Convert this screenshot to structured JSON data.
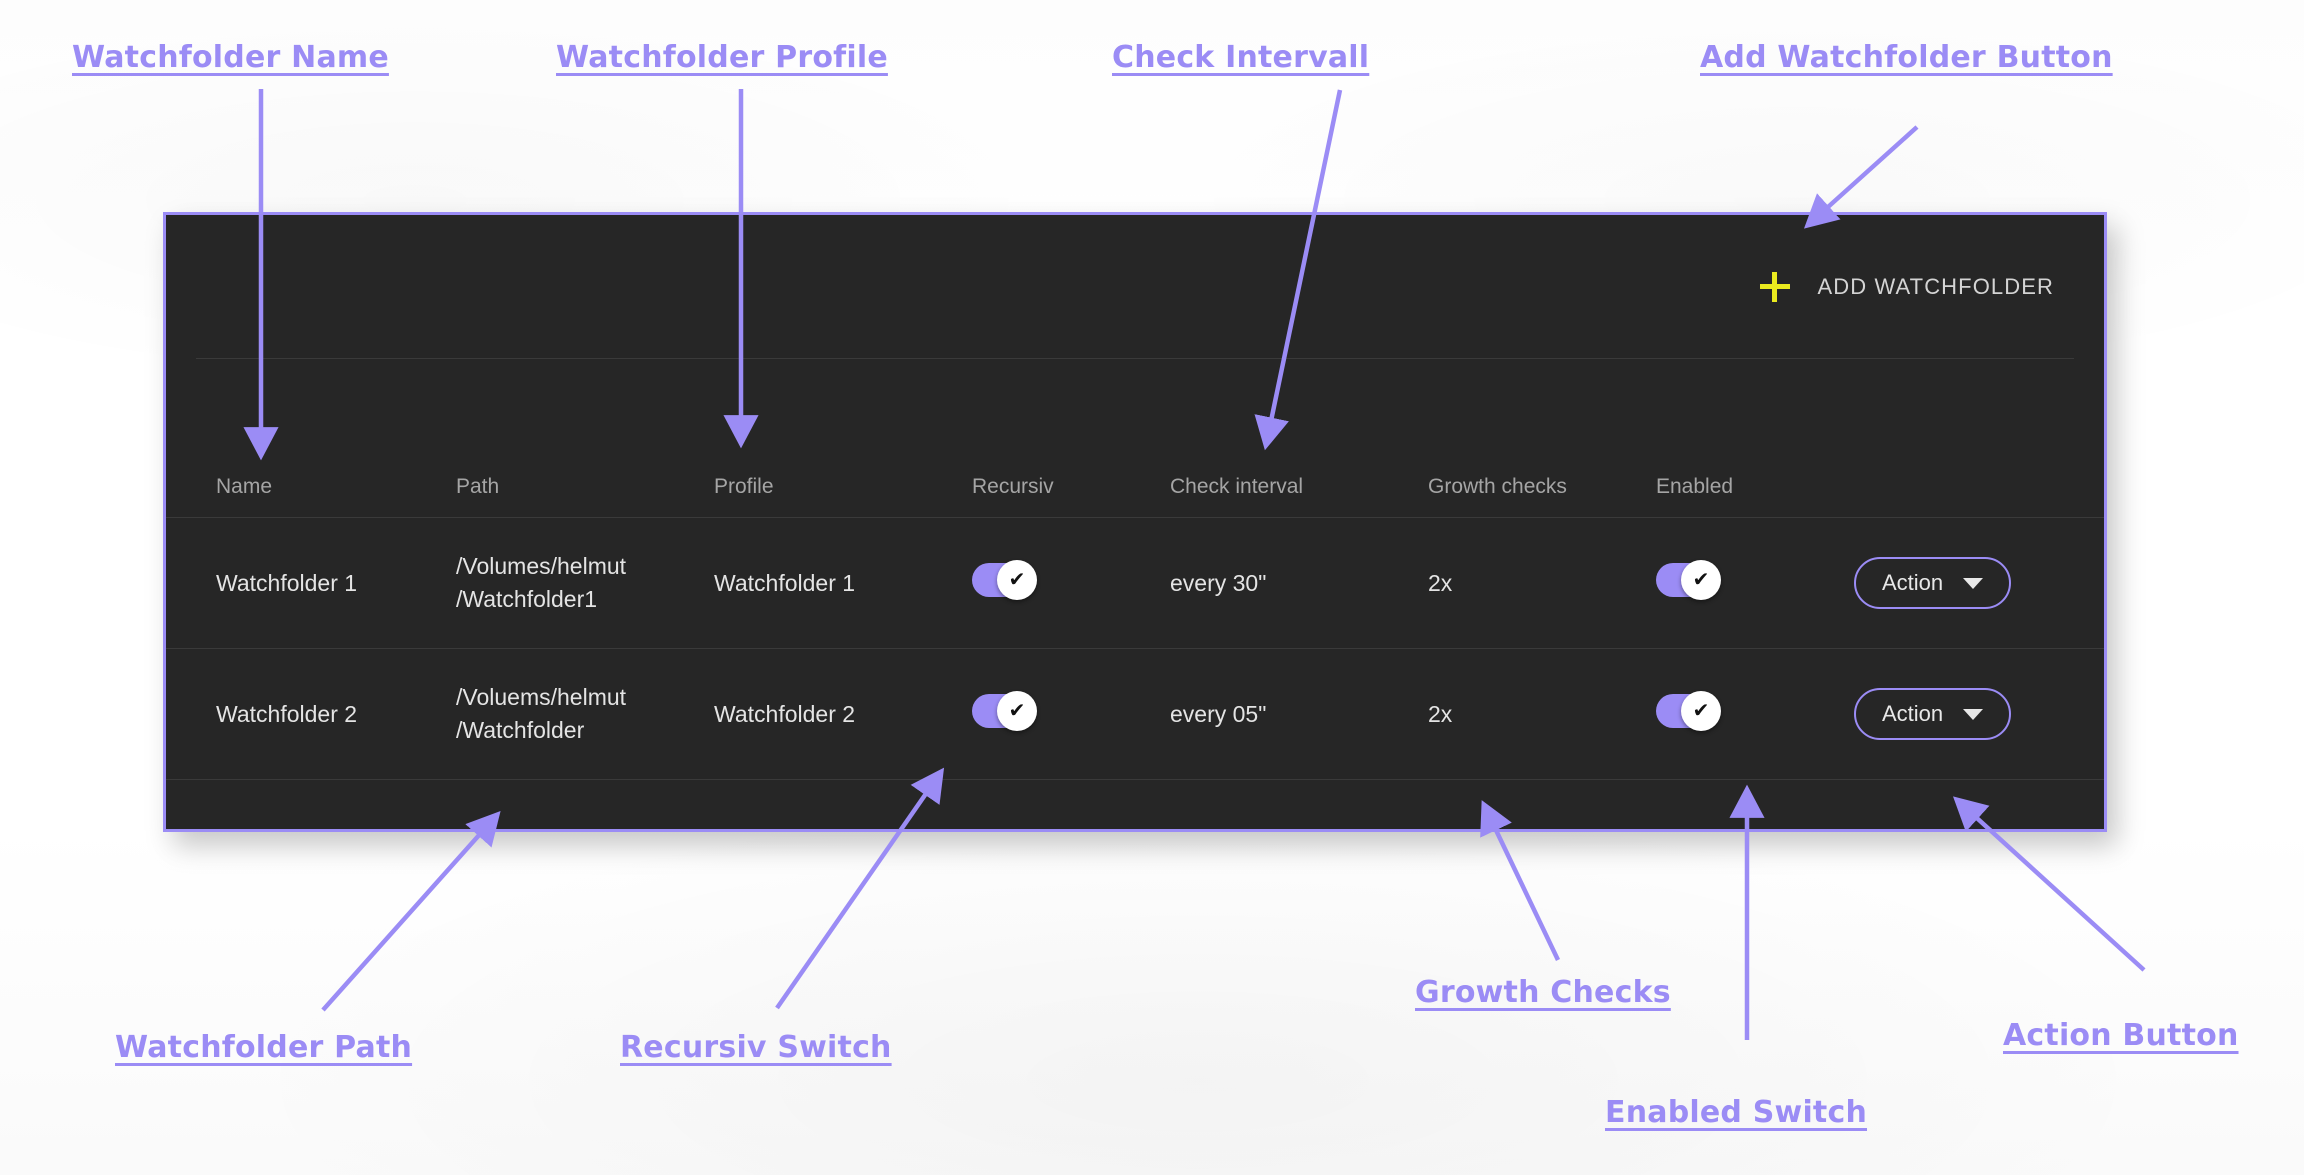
{
  "panel": {
    "add_button": {
      "label": "ADD WATCHFOLDER",
      "icon": "plus-icon",
      "icon_color": "#eaea1f"
    }
  },
  "table": {
    "columns": [
      "Name",
      "Path",
      "Profile",
      "Recursiv",
      "Check interval",
      "Growth checks",
      "Enabled",
      ""
    ],
    "rows": [
      {
        "name": "Watchfolder 1",
        "path_line1": "/Volumes/helmut",
        "path_line2": "/Watchfolder1",
        "profile": "Watchfolder 1",
        "recursiv": true,
        "check_interval": "every 30\"",
        "growth_checks": "2x",
        "enabled": true,
        "action_label": "Action"
      },
      {
        "name": "Watchfolder 2",
        "path_line1": "/Voluems/helmut",
        "path_line2": "/Watchfolder",
        "profile": "Watchfolder 2",
        "recursiv": true,
        "check_interval": "every 05\"",
        "growth_checks": "2x",
        "enabled": true,
        "action_label": "Action"
      }
    ],
    "switch_glyph": "✔"
  },
  "annotations": {
    "accent_color": "#9b8cf5",
    "items": [
      {
        "id": "watchfolder-name",
        "text": "Watchfolder Name"
      },
      {
        "id": "watchfolder-profile",
        "text": "Watchfolder Profile"
      },
      {
        "id": "check-intervall",
        "text": "Check Intervall"
      },
      {
        "id": "add-watchfolder",
        "text": "Add Watchfolder Button"
      },
      {
        "id": "watchfolder-path",
        "text": "Watchfolder Path"
      },
      {
        "id": "recursiv-switch",
        "text": "Recursiv Switch"
      },
      {
        "id": "growth-checks",
        "text": "Growth Checks"
      },
      {
        "id": "enabled-switch",
        "text": "Enabled Switch"
      },
      {
        "id": "action-button",
        "text": "Action Button"
      }
    ]
  },
  "colors": {
    "panel_bg": "#262626",
    "panel_border": "#9b8cf5",
    "accent": "#9b8cf5",
    "plus": "#eaea1f",
    "page_bg": "#ffffff"
  }
}
